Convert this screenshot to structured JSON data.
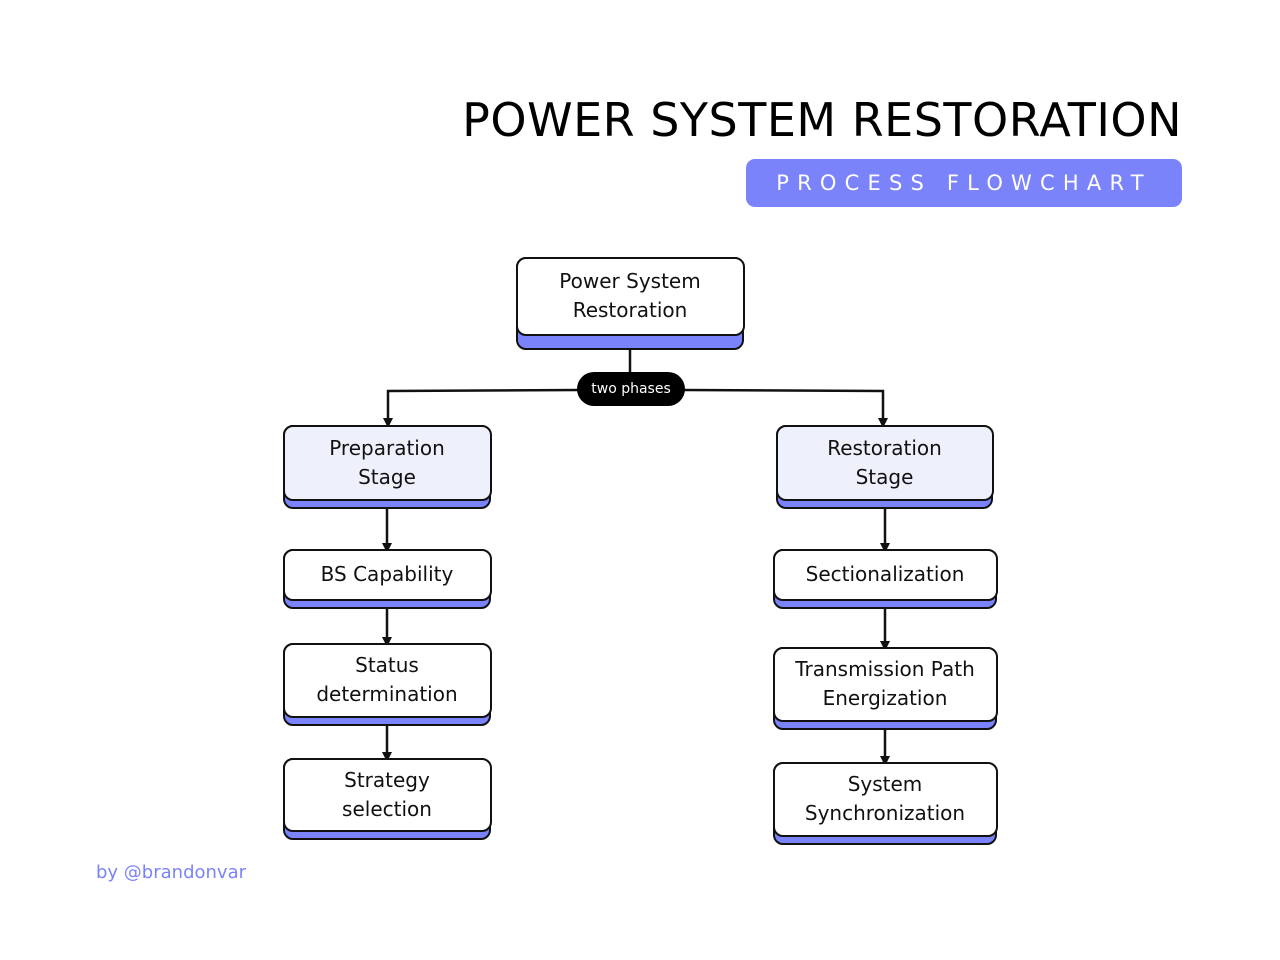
{
  "header": {
    "title": "POWER SYSTEM RESTORATION",
    "subtitle": "PROCESS FLOWCHART"
  },
  "root": {
    "label_line1": "Power System",
    "label_line2": "Restoration"
  },
  "split_label": "two phases",
  "left_branch": {
    "stage": {
      "label_line1": "Preparation",
      "label_line2": "Stage"
    },
    "steps": [
      {
        "label_line1": "BS Capability",
        "label_line2": ""
      },
      {
        "label_line1": "Status",
        "label_line2": "determination"
      },
      {
        "label_line1": "Strategy",
        "label_line2": "selection"
      }
    ]
  },
  "right_branch": {
    "stage": {
      "label_line1": "Restoration",
      "label_line2": "Stage"
    },
    "steps": [
      {
        "label_line1": "Sectionalization",
        "label_line2": ""
      },
      {
        "label_line1": "Transmission Path",
        "label_line2": "Energization"
      },
      {
        "label_line1": "System",
        "label_line2": "Synchronization"
      }
    ]
  },
  "credit": "by @brandonvar",
  "colors": {
    "accent": "#7b83fa",
    "stage_fill": "#eef1fc",
    "box_fill": "#ffffff",
    "outline": "#111111"
  }
}
